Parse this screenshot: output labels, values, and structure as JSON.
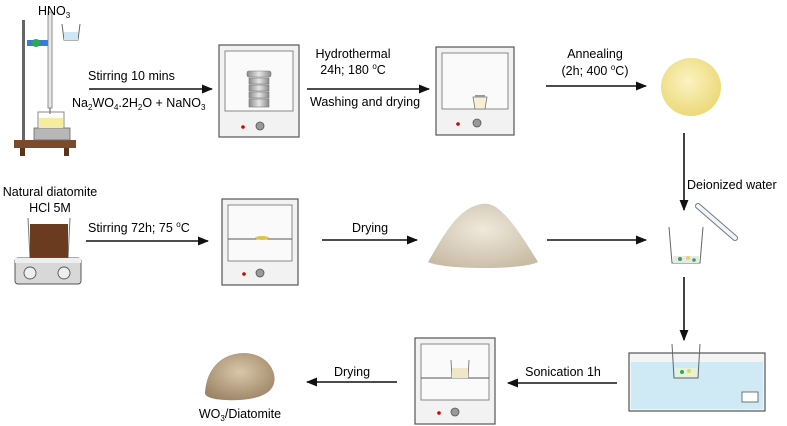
{
  "colors": {
    "arrow": "#111111",
    "oven_body": "#f2f2f2",
    "oven_border": "#555555",
    "indicator_red": "#d40000",
    "powder_yellow": "#f2e59a",
    "powder_beige": "#ddd3c2",
    "diatomite_brown": "#6b3b1f",
    "bath_water": "#cfe9f5"
  },
  "labels": {
    "hno3": {
      "text": "HNO",
      "sub": "3"
    },
    "stirring10": "Stirring 10 mins",
    "reagents": {
      "p1": "Na",
      "s1": "2",
      "p2": "WO",
      "s2": "4",
      "p3": ".2H",
      "s3": "2",
      "p4": "O + NaNO",
      "s4": "3"
    },
    "hydrothermal": "Hydrothermal",
    "hydro_cond": {
      "pre": "24h; 180 ",
      "sup": "o",
      "post": "C"
    },
    "washing": "Washing and drying",
    "annealing": "Annealing",
    "anneal_cond": {
      "pre": "(2h; 400 ",
      "sup": "o",
      "post": "C)"
    },
    "deionized": "Deionized water",
    "natural": "Natural diatomite",
    "hcl": "HCl 5M",
    "stirring72": {
      "pre": "Stirring 72h; 75 ",
      "sup": "o",
      "post": "C"
    },
    "drying1": "Drying",
    "sonication": "Sonication 1h",
    "drying2": "Drying",
    "product": {
      "pre": "WO",
      "sub": "3",
      "post": "/Diatomite"
    }
  },
  "icons": [
    "stirrer-setup-icon",
    "oven-icon",
    "yellow-powder-icon",
    "beaker-icon",
    "hotplate-beaker-icon",
    "beige-powder-icon",
    "ultrasonic-bath-icon",
    "brown-powder-icon"
  ]
}
